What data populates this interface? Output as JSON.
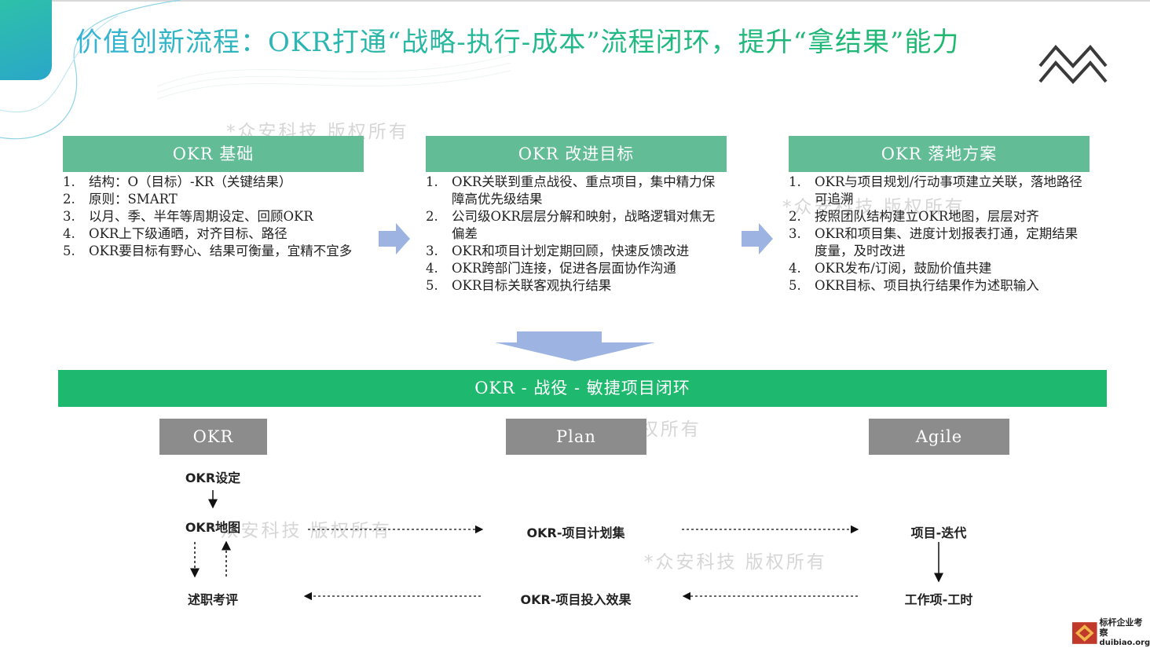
{
  "title": "价值创新流程：OKR打通“战略-执行-成本”流程闭环，提升“拿结果”能力",
  "watermark": "*众安科技 版权所有",
  "columns": [
    {
      "heading": "OKR 基础",
      "items": [
        {
          "num": "1.",
          "text": "结构：O（目标）-KR（关键结果）"
        },
        {
          "num": "2.",
          "text": "原则：SMART"
        },
        {
          "num": "3.",
          "text": "以月、季、半年等周期设定、回顾OKR"
        },
        {
          "num": "4.",
          "text": "OKR上下级通晒，对齐目标、路径"
        },
        {
          "num": "5.",
          "text": "OKR要目标有野心、结果可衡量，宜精不宜多"
        }
      ]
    },
    {
      "heading": "OKR 改进目标",
      "items": [
        {
          "num": "1.",
          "text": "OKR关联到重点战役、重点项目，集中精力保障高优先级结果"
        },
        {
          "num": "2.",
          "text": "公司级OKR层层分解和映射，战略逻辑对焦无偏差"
        },
        {
          "num": "3.",
          "text": "OKR和项目计划定期回顾，快速反馈改进"
        },
        {
          "num": "4.",
          "text": "OKR跨部门连接，促进各层面协作沟通"
        },
        {
          "num": "5.",
          "text": "OKR目标关联客观执行结果"
        }
      ]
    },
    {
      "heading": "OKR 落地方案",
      "items": [
        {
          "num": "1.",
          "text": "OKR与项目规划/行动事项建立关联，落地路径可追溯"
        },
        {
          "num": "2.",
          "text": "按照团队结构建立OKR地图，层层对齐"
        },
        {
          "num": "3.",
          "text": "OKR和项目集、进度计划报表打通，定期结果度量，及时改进"
        },
        {
          "num": "4.",
          "text": "OKR发布/订阅，鼓励价值共建"
        },
        {
          "num": "5.",
          "text": "OKR目标、项目执行结果作为述职输入"
        }
      ]
    }
  ],
  "banner": "OKR - 战役 - 敏捷项目闭环",
  "phases": [
    "OKR",
    "Plan",
    "Agile"
  ],
  "nodes": {
    "okr_setting": "OKR设定",
    "okr_map": "OKR地图",
    "review": "述职考评",
    "plan_set": "OKR-项目计划集",
    "input_effect": "OKR-项目投入效果",
    "iteration": "项目-迭代",
    "work_hours": "工作项-工时"
  },
  "logo": {
    "cn": "标杆企业考察",
    "en": "duibiao.org"
  },
  "colors": {
    "title_start": "#34b3d6",
    "title_end": "#1fb86f",
    "column_header": "#62bd96",
    "banner": "#1fb86f",
    "phase_box": "#8c8c8c",
    "arrow": "#9db4e2"
  }
}
